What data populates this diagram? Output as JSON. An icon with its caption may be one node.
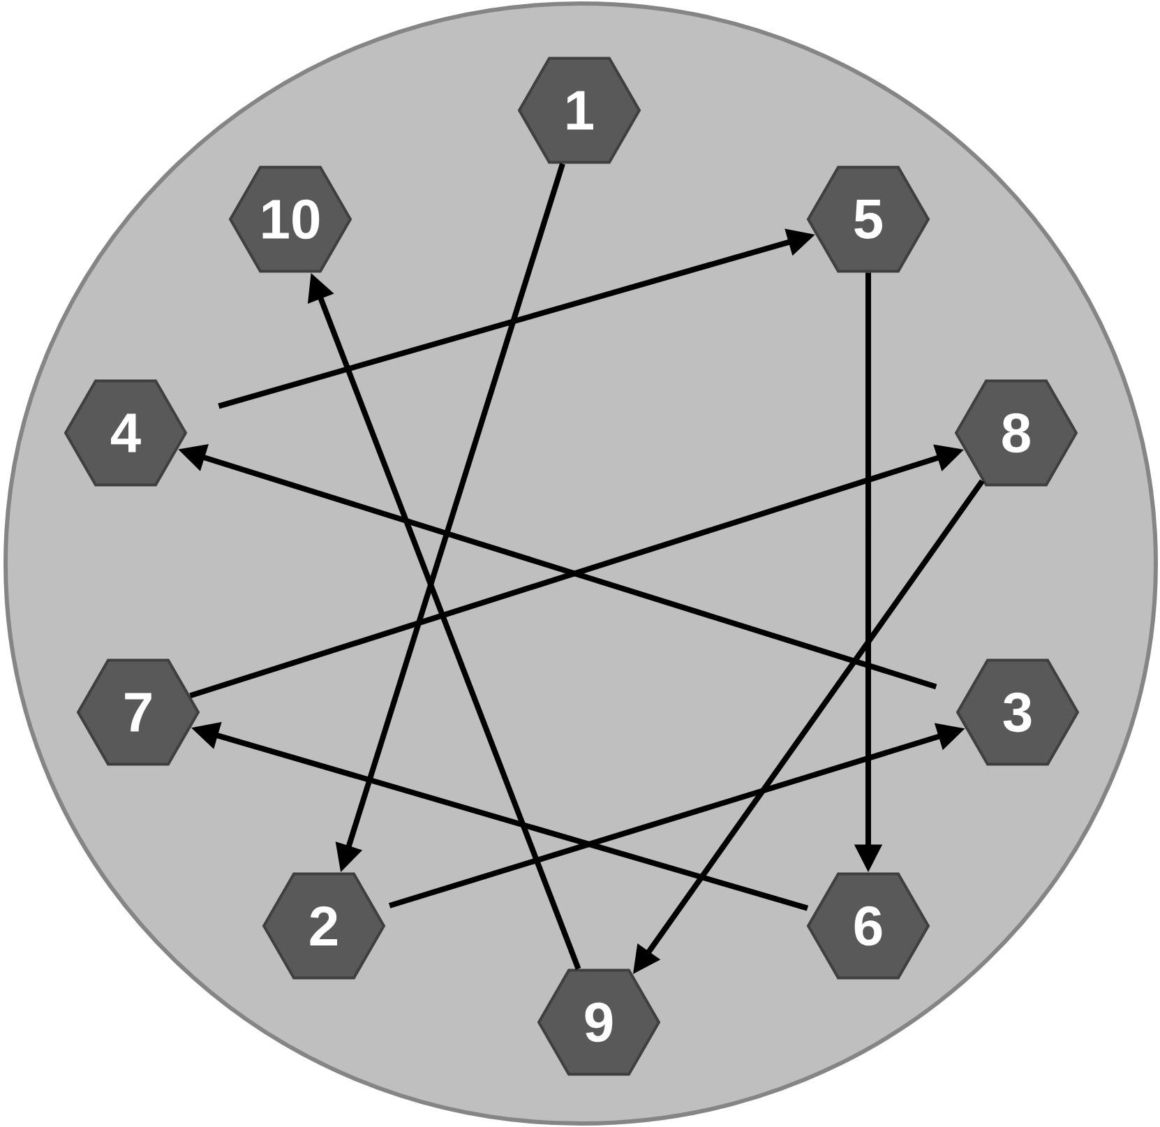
{
  "diagram": {
    "nodes": [
      {
        "text": [],
        "shape": "circle"
      },
      {
        "text": [
          "1"
        ],
        "in": 0
      },
      {
        "text": [
          "2"
        ],
        "in": 0
      },
      {
        "text": [
          "3"
        ],
        "in": 0
      },
      {
        "text": [
          "4"
        ],
        "in": 0
      },
      {
        "text": [
          "5"
        ],
        "in": 0
      },
      {
        "text": [
          "6"
        ],
        "in": 0
      },
      {
        "text": [
          "7"
        ],
        "in": 0
      },
      {
        "text": [
          "8"
        ],
        "in": 0
      },
      {
        "text": [
          "9"
        ],
        "in": 0
      },
      {
        "text": [
          "10"
        ],
        "in": 0
      }
    ],
    "edges": [
      {
        "from": 1,
        "to": 2,
        "arrow": "to"
      },
      {
        "from": 2,
        "to": 3,
        "arrow": "to"
      },
      {
        "from": 3,
        "to": 4,
        "arrow": "to"
      },
      {
        "from": 4,
        "to": 5,
        "arrow": "to"
      },
      {
        "from": 5,
        "to": 6,
        "arrow": "to"
      },
      {
        "from": 6,
        "to": 7,
        "arrow": "to"
      },
      {
        "from": 7,
        "to": 8,
        "arrow": "to"
      },
      {
        "from": 8,
        "to": 9,
        "arrow": "to"
      },
      {
        "from": 9,
        "to": 10,
        "arrow": "to"
      }
    ]
  }
}
